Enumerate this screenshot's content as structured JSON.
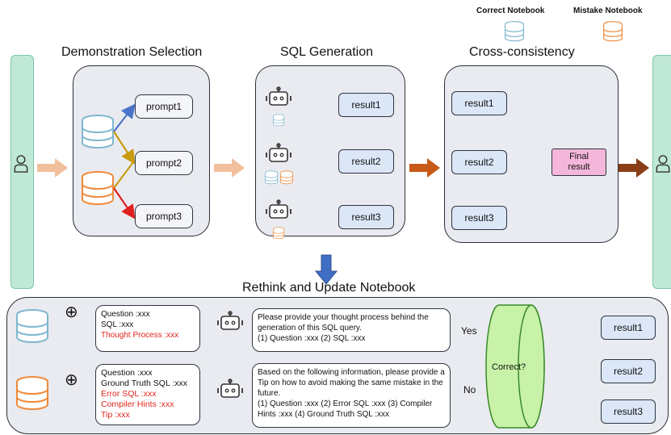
{
  "legend": {
    "correct_label": "Correct Notebook",
    "mistake_label": "Mistake Notebook",
    "correct_color": "#7fb7cf",
    "mistake_color": "#f08a3a"
  },
  "stages": {
    "demo_title": "Demonstration Selection",
    "sql_title": "SQL Generation",
    "cross_title": "Cross-consistency",
    "rethink_title": "Rethink and Update Notebook"
  },
  "prompts": [
    "prompt1",
    "prompt2",
    "prompt3"
  ],
  "results": [
    "result1",
    "result2",
    "result3"
  ],
  "final_result": "Final\nresult",
  "rethink": {
    "correct_label": "Correct?",
    "yes_label": "Yes",
    "no_label": "No",
    "plus_symbol": "⊕",
    "correct_note": {
      "line1": "Question :xxx",
      "line2": "SQL :xxx",
      "line3": "Thought Process :xxx"
    },
    "mistake_note": {
      "line1": "Question :xxx",
      "line2": "Ground Truth SQL :xxx",
      "line3": "Error SQL :xxx",
      "line4": "Compiler Hints :xxx",
      "line5": "Tip :xxx"
    },
    "correct_prompt": "Please provide your thought process behind the generation of this SQL query.\n(1) Question :xxx (2) SQL :xxx",
    "mistake_prompt": "Based on the following information, please provide a Tip on how to avoid making the same mistake in the future.\n(1) Question :xxx (2) Error SQL :xxx (3) Compiler Hints :xxx  (4) Ground Truth SQL :xxx"
  },
  "colors": {
    "branch1": "#4a74c9",
    "branch2": "#c89a10",
    "branch3": "#e02020",
    "flow_light": "#f2bf9c",
    "flow_mid": "#c85a18",
    "flow_dark": "#8a3e16",
    "down_arrow": "#3f6fc4",
    "final_fill": "#f4b6da",
    "cylinder_fill": "#c8f2a8"
  }
}
